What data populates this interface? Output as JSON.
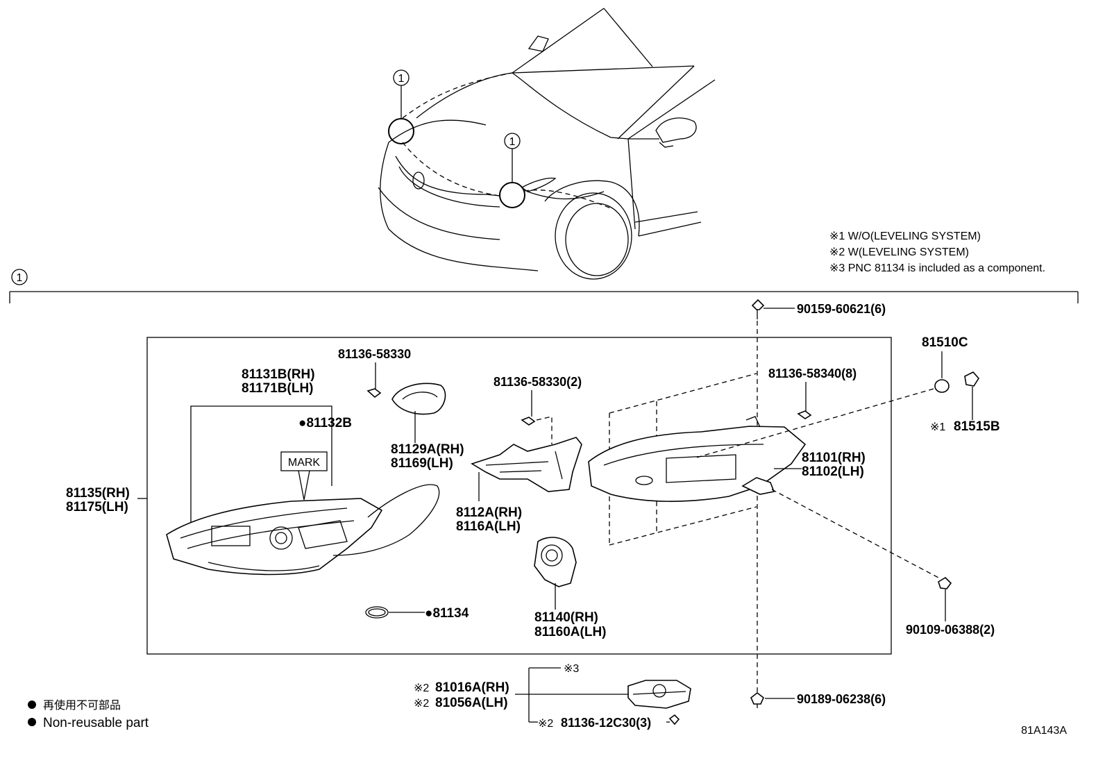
{
  "callout_marker": "1",
  "notes": [
    "※1 W/O(LEVELING SYSTEM)",
    "※2 W(LEVELING SYSTEM)",
    "※3 PNC 81134 is included as a component."
  ],
  "parts": {
    "p90159": "90159-60621(6)",
    "p81136_58330": "81136-58330",
    "p81131b": "81131B(RH)",
    "p81171b": "81171B(LH)",
    "p81132b": "●81132B",
    "mark": "MARK",
    "p81135": "81135(RH)",
    "p81175": "81175(LH)",
    "p81129a": "81129A(RH)",
    "p81169": "81169(LH)",
    "p81136_58330_2": "81136-58330(2)",
    "p8112a": "8112A(RH)",
    "p8116a": "8116A(LH)",
    "p81136_58340": "81136-58340(8)",
    "p81101": "81101(RH)",
    "p81102": "81102(LH)",
    "p81510c": "81510C",
    "p81515b_ref": "※1",
    "p81515b": "81515B",
    "p81134": "●81134",
    "p81140": "81140(RH)",
    "p81160a": "81160A(LH)",
    "p90109": "90109-06388(2)",
    "p81016a_ref": "※2",
    "p81016a": "81016A(RH)",
    "p81056a_ref": "※2",
    "p81056a": "81056A(LH)",
    "ref3": "※3",
    "p81136_12c30_ref": "※2",
    "p81136_12c30": "81136-12C30(3)",
    "p90189": "90189-06238(6)"
  },
  "legend": {
    "jp": "再使用不可部品",
    "en": "Non-reusable part"
  },
  "diagram_code": "81A143A"
}
